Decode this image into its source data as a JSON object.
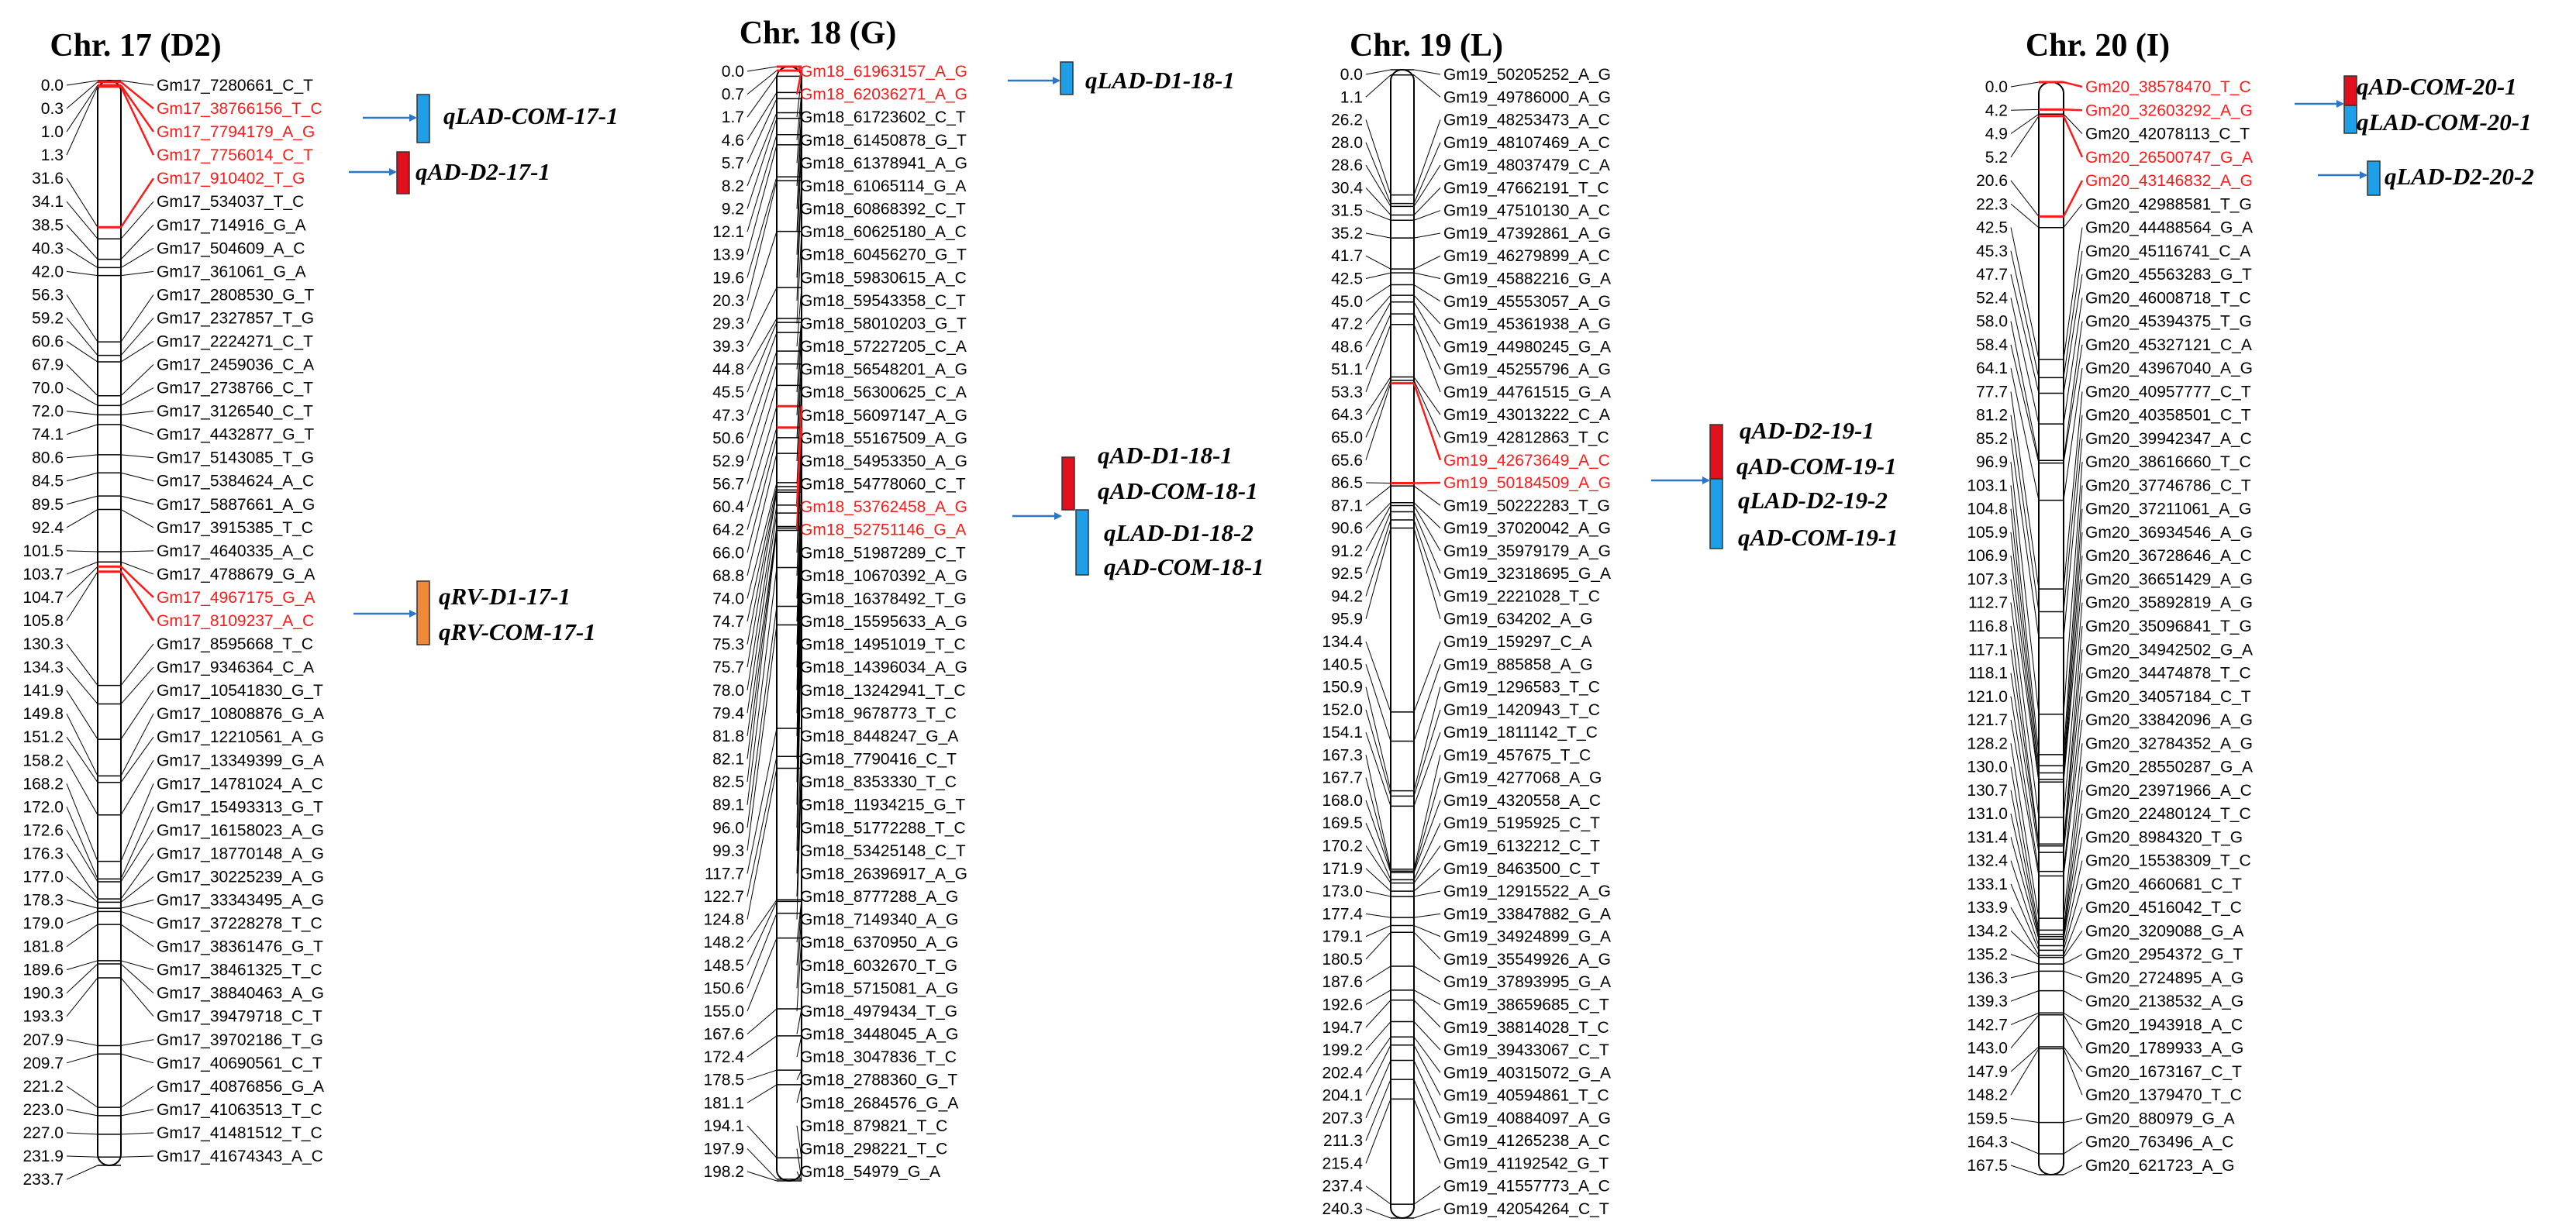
{
  "colors": {
    "highlight": "#ff1a1a",
    "qtl_red": "#e0101c",
    "qtl_blue": "#1e9fe8",
    "qtl_orange": "#ee8a3a",
    "arrow": "#2e75c6",
    "line": "#000000"
  },
  "chromosomes": [
    {
      "title": "Chr. 17 (D2)",
      "positions": [
        "0.0",
        "0.3",
        "1.0",
        "1.3",
        "31.6",
        "34.1",
        "38.5",
        "40.3",
        "42.0",
        "56.3",
        "59.2",
        "60.6",
        "67.9",
        "70.0",
        "72.0",
        "74.1",
        "80.6",
        "84.5",
        "89.5",
        "92.4",
        "101.5",
        "103.7",
        "104.7",
        "105.8",
        "130.3",
        "134.3",
        "141.9",
        "149.8",
        "151.2",
        "158.2",
        "168.2",
        "172.0",
        "172.6",
        "176.3",
        "177.0",
        "178.3",
        "179.0",
        "181.8",
        "189.6",
        "190.3",
        "193.3",
        "207.9",
        "209.7",
        "221.2",
        "223.0",
        "227.0",
        "231.9",
        "233.7"
      ],
      "markers": [
        "Gm17_7280661_C_T",
        "Gm17_38766156_T_C",
        "Gm17_7794179_A_G",
        "Gm17_7756014_C_T",
        "Gm17_910402_T_G",
        "Gm17_534037_T_C",
        "Gm17_714916_G_A",
        "Gm17_504609_A_C",
        "Gm17_361061_G_A",
        "Gm17_2808530_G_T",
        "Gm17_2327857_T_G",
        "Gm17_2224271_C_T",
        "Gm17_2459036_C_A",
        "Gm17_2738766_C_T",
        "Gm17_3126540_C_T",
        "Gm17_4432877_G_T",
        "Gm17_5143085_T_G",
        "Gm17_5384624_A_C",
        "Gm17_5887661_A_G",
        "Gm17_3915385_T_C",
        "Gm17_4640335_A_C",
        "Gm17_4788679_G_A",
        "Gm17_4967175_G_A",
        "Gm17_8109237_A_C",
        "Gm17_8595668_T_C",
        "Gm17_9346364_C_A",
        "Gm17_10541830_G_T",
        "Gm17_10808876_G_A",
        "Gm17_12210561_A_G",
        "Gm17_13349399_G_A",
        "Gm17_14781024_A_C",
        "Gm17_15493313_G_T",
        "Gm17_16158023_A_G",
        "Gm17_18770148_A_G",
        "Gm17_30225239_A_G",
        "Gm17_33343495_A_G",
        "Gm17_37228278_T_C",
        "Gm17_38361476_G_T",
        "Gm17_38461325_T_C",
        "Gm17_38840463_A_G",
        "Gm17_39479718_C_T",
        "Gm17_39702186_T_G",
        "Gm17_40690561_C_T",
        "Gm17_40876856_G_A",
        "Gm17_41063513_T_C",
        "Gm17_41481512_T_C",
        "Gm17_41674343_A_C"
      ],
      "highlighted": [
        1,
        2,
        3,
        4,
        22,
        23
      ],
      "qtls": [
        {
          "labels": [
            "qLAD-COM-17-1"
          ],
          "color": "blue"
        },
        {
          "labels": [
            "qAD-D2-17-1"
          ],
          "color": "red"
        },
        {
          "labels": [
            "qRV-D1-17-1",
            "qRV-COM-17-1"
          ],
          "color": "orange"
        }
      ]
    },
    {
      "title": "Chr. 18 (G)",
      "positions": [
        "0.0",
        "0.7",
        "1.7",
        "4.6",
        "5.7",
        "8.2",
        "9.2",
        "12.1",
        "13.9",
        "19.6",
        "20.3",
        "29.3",
        "39.3",
        "44.8",
        "45.5",
        "47.3",
        "50.6",
        "52.9",
        "56.7",
        "60.4",
        "64.2",
        "66.0",
        "68.8",
        "74.0",
        "74.7",
        "75.3",
        "75.7",
        "78.0",
        "79.4",
        "81.8",
        "82.1",
        "82.5",
        "89.1",
        "96.0",
        "99.3",
        "117.7",
        "122.7",
        "124.8",
        "148.2",
        "148.5",
        "150.6",
        "155.0",
        "167.6",
        "172.4",
        "178.5",
        "181.1",
        "194.1",
        "197.9",
        "198.2"
      ],
      "markers": [
        "Gm18_61963157_A_G",
        "Gm18_62036271_A_G",
        "Gm18_61723602_C_T",
        "Gm18_61450878_G_T",
        "Gm18_61378941_A_G",
        "Gm18_61065114_G_A",
        "Gm18_60868392_C_T",
        "Gm18_60625180_A_C",
        "Gm18_60456270_G_T",
        "Gm18_59830615_A_C",
        "Gm18_59543358_C_T",
        "Gm18_58010203_G_T",
        "Gm18_57227205_C_A",
        "Gm18_56548201_A_G",
        "Gm18_56300625_C_A",
        "Gm18_56097147_A_G",
        "Gm18_55167509_A_G",
        "Gm18_54953350_A_G",
        "Gm18_54778060_C_T",
        "Gm18_53762458_A_G",
        "Gm18_52751146_G_A",
        "Gm18_51987289_C_T",
        "Gm18_10670392_A_G",
        "Gm18_16378492_T_G",
        "Gm18_15595633_A_G",
        "Gm18_14951019_T_C",
        "Gm18_14396034_A_G",
        "Gm18_13242941_T_C",
        "Gm18_9678773_T_C",
        "Gm18_8448247_G_A",
        "Gm18_7790416_C_T",
        "Gm18_8353330_T_C",
        "Gm18_11934215_G_T",
        "Gm18_51772288_T_C",
        "Gm18_53425148_C_T",
        "Gm18_26396917_A_G",
        "Gm18_8777288_A_G",
        "Gm18_7149340_A_G",
        "Gm18_6370950_A_G",
        "Gm18_6032670_T_G",
        "Gm18_5715081_A_G",
        "Gm18_4979434_T_G",
        "Gm18_3448045_A_G",
        "Gm18_3047836_T_C",
        "Gm18_2788360_G_T",
        "Gm18_2684576_G_A",
        "Gm18_879821_T_C",
        "Gm18_298221_T_C",
        "Gm18_54979_G_A"
      ],
      "highlighted": [
        0,
        1,
        19,
        20
      ],
      "qtls": [
        {
          "labels": [
            "qLAD-D1-18-1"
          ],
          "color": "blue"
        },
        {
          "labels": [
            "qAD-D1-18-1",
            "qAD-COM-18-1",
            "qLAD-D1-18-2",
            "qAD-COM-18-1"
          ],
          "color": "redblue"
        }
      ]
    },
    {
      "title": "Chr. 19 (L)",
      "positions": [
        "0.0",
        "1.1",
        "26.2",
        "28.0",
        "28.6",
        "30.4",
        "31.5",
        "35.2",
        "41.7",
        "42.5",
        "45.0",
        "47.2",
        "48.6",
        "51.1",
        "53.3",
        "64.3",
        "65.0",
        "65.6",
        "86.5",
        "87.1",
        "90.6",
        "91.2",
        "92.5",
        "94.2",
        "95.9",
        "134.4",
        "140.5",
        "150.9",
        "152.0",
        "154.1",
        "167.3",
        "167.7",
        "168.0",
        "169.5",
        "170.2",
        "171.9",
        "173.0",
        "177.4",
        "179.1",
        "180.5",
        "187.6",
        "192.6",
        "194.7",
        "199.2",
        "202.4",
        "204.1",
        "207.3",
        "211.3",
        "215.4",
        "237.4",
        "240.3"
      ],
      "markers": [
        "Gm19_50205252_A_G",
        "Gm19_49786000_A_G",
        "Gm19_48253473_A_C",
        "Gm19_48107469_A_C",
        "Gm19_48037479_C_A",
        "Gm19_47662191_T_C",
        "Gm19_47510130_A_C",
        "Gm19_47392861_A_G",
        "Gm19_46279899_A_C",
        "Gm19_45882216_G_A",
        "Gm19_45553057_A_G",
        "Gm19_45361938_A_G",
        "Gm19_44980245_G_A",
        "Gm19_45255796_A_G",
        "Gm19_44761515_G_A",
        "Gm19_43013222_C_A",
        "Gm19_42812863_T_C",
        "Gm19_42673649_A_C",
        "Gm19_50184509_A_G",
        "Gm19_50222283_T_G",
        "Gm19_37020042_A_G",
        "Gm19_35979179_A_G",
        "Gm19_32318695_G_A",
        "Gm19_2221028_T_C",
        "Gm19_634202_A_G",
        "Gm19_159297_C_A",
        "Gm19_885858_A_G",
        "Gm19_1296583_T_C",
        "Gm19_1420943_T_C",
        "Gm19_1811142_T_C",
        "Gm19_457675_T_C",
        "Gm19_4277068_A_G",
        "Gm19_4320558_A_C",
        "Gm19_5195925_C_T",
        "Gm19_6132212_C_T",
        "Gm19_8463500_C_T",
        "Gm19_12915522_A_G",
        "Gm19_33847882_G_A",
        "Gm19_34924899_G_A",
        "Gm19_35549926_A_G",
        "Gm19_37893995_G_A",
        "Gm19_38659685_C_T",
        "Gm19_38814028_T_C",
        "Gm19_39433067_C_T",
        "Gm19_40315072_G_A",
        "Gm19_40594861_T_C",
        "Gm19_40884097_A_G",
        "Gm19_41265238_A_C",
        "Gm19_41192542_G_T",
        "Gm19_41557773_A_C",
        "Gm19_42054264_C_T"
      ],
      "highlighted": [
        17,
        18
      ],
      "qtls": [
        {
          "labels": [
            "qAD-D2-19-1",
            "qAD-COM-19-1",
            "qLAD-D2-19-2",
            "qAD-COM-19-1"
          ],
          "color": "redblue"
        }
      ]
    },
    {
      "title": "Chr. 20 (I)",
      "positions": [
        "0.0",
        "4.2",
        "4.9",
        "5.2",
        "20.6",
        "22.3",
        "42.5",
        "45.3",
        "47.7",
        "52.4",
        "58.0",
        "58.4",
        "64.1",
        "77.7",
        "81.2",
        "85.2",
        "96.9",
        "103.1",
        "104.8",
        "105.9",
        "106.9",
        "107.3",
        "112.7",
        "116.8",
        "117.1",
        "118.1",
        "121.0",
        "121.7",
        "128.2",
        "130.0",
        "130.7",
        "131.0",
        "131.4",
        "132.4",
        "133.1",
        "133.9",
        "134.2",
        "135.2",
        "136.3",
        "139.3",
        "142.7",
        "143.0",
        "147.9",
        "148.2",
        "159.5",
        "164.3",
        "167.5"
      ],
      "markers": [
        "Gm20_38578470_T_C",
        "Gm20_32603292_A_G",
        "Gm20_42078113_C_T",
        "Gm20_26500747_G_A",
        "Gm20_43146832_A_G",
        "Gm20_42988581_T_G",
        "Gm20_44488564_G_A",
        "Gm20_45116741_C_A",
        "Gm20_45563283_G_T",
        "Gm20_46008718_T_C",
        "Gm20_45394375_T_G",
        "Gm20_45327121_C_A",
        "Gm20_43967040_A_G",
        "Gm20_40957777_C_T",
        "Gm20_40358501_C_T",
        "Gm20_39942347_A_C",
        "Gm20_38616660_T_C",
        "Gm20_37746786_C_T",
        "Gm20_37211061_A_G",
        "Gm20_36934546_A_G",
        "Gm20_36728646_A_C",
        "Gm20_36651429_A_G",
        "Gm20_35892819_A_G",
        "Gm20_35096841_T_G",
        "Gm20_34942502_G_A",
        "Gm20_34474878_T_C",
        "Gm20_34057184_C_T",
        "Gm20_33842096_A_G",
        "Gm20_32784352_A_G",
        "Gm20_28550287_G_A",
        "Gm20_23971966_A_C",
        "Gm20_22480124_T_C",
        "Gm20_8984320_T_G",
        "Gm20_15538309_T_C",
        "Gm20_4660681_C_T",
        "Gm20_4516042_T_C",
        "Gm20_3209088_G_A",
        "Gm20_2954372_G_T",
        "Gm20_2724895_A_G",
        "Gm20_2138532_A_G",
        "Gm20_1943918_A_C",
        "Gm20_1789933_A_G",
        "Gm20_1673167_C_T",
        "Gm20_1379470_T_C",
        "Gm20_880979_G_A",
        "Gm20_763496_A_C",
        "Gm20_621723_A_G"
      ],
      "highlighted": [
        0,
        1,
        3,
        4
      ],
      "qtls": [
        {
          "labels": [
            "qAD-COM-20-1",
            "qLAD-COM-20-1"
          ],
          "color": "redblue"
        },
        {
          "labels": [
            "qLAD-D2-20-2"
          ],
          "color": "blue"
        }
      ]
    }
  ]
}
